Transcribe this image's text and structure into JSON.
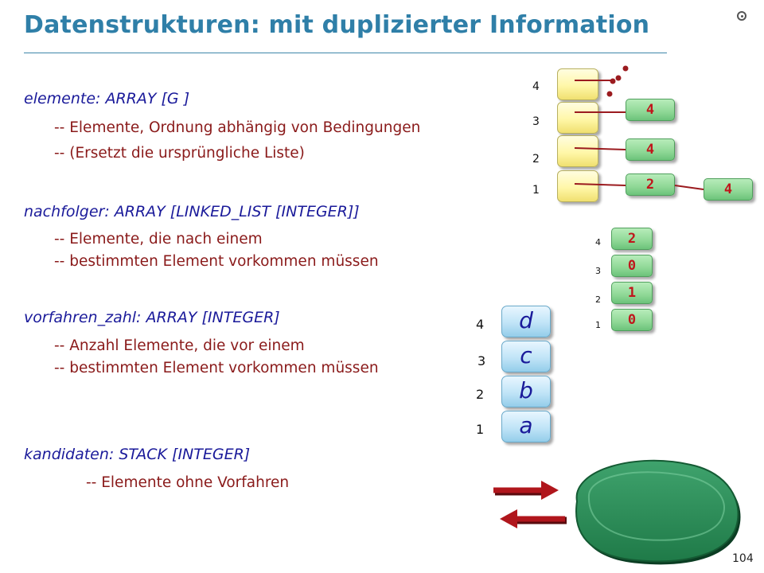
{
  "slide": {
    "title": "Datenstrukturen: mit duplizierter Information",
    "page_number": "104"
  },
  "code": {
    "elemente": {
      "decl": "elemente: ARRAY [G ]",
      "comments": [
        "-- Elemente, Ordnung abhängig von Bedingungen",
        "-- (Ersetzt die ursprüngliche Liste)"
      ]
    },
    "nachfolger": {
      "decl": "nachfolger: ARRAY [LINKED_LIST [INTEGER]]",
      "comments": [
        "-- Elemente, die nach einem",
        "-- bestimmten Element  vorkommen müssen"
      ]
    },
    "vorfahren_zahl": {
      "decl": "vorfahren_zahl: ARRAY [INTEGER]",
      "comments": [
        "-- Anzahl Elemente, die vor einem",
        "-- bestimmten Element vorkommen müssen"
      ]
    },
    "kandidaten": {
      "decl": "kandidaten: STACK [INTEGER]",
      "comments": [
        "-- Elemente ohne Vorfahren"
      ]
    }
  },
  "diagrams": {
    "nachfolger_array": {
      "indices": [
        "4",
        "3",
        "2",
        "1"
      ],
      "lists": {
        "row3": [
          "4"
        ],
        "row2": [
          "4"
        ],
        "row1": [
          "2",
          "4"
        ]
      }
    },
    "vorfahren_zahl_array": {
      "indices": [
        "4",
        "3",
        "2",
        "1"
      ],
      "values": [
        "2",
        "0",
        "1",
        "0"
      ]
    },
    "elemente_array": {
      "indices": [
        "4",
        "3",
        "2",
        "1"
      ],
      "letters": [
        "d",
        "c",
        "b",
        "a"
      ]
    }
  },
  "colors": {
    "title": "#2f7fa8",
    "declaration": "#1a1a9a",
    "comment": "#8a1a1a",
    "value_text": "#c0161c",
    "stack_fill": "#2e8b57",
    "arrow": "#b0161c"
  }
}
